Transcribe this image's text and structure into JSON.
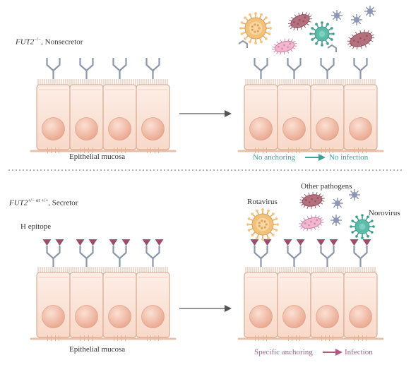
{
  "top": {
    "genotype_gene": "FUT2",
    "genotype_sup": "−/−",
    "genotype_suffix": ", Nonsecretor",
    "mucosa_label": "Epithelial mucosa",
    "outcome_left": "No anchoring",
    "outcome_right": "No infection"
  },
  "bottom": {
    "genotype_gene": "FUT2",
    "genotype_sup": "+/− or +/+",
    "genotype_suffix": ", Secretor",
    "epitope_label": "H epitope",
    "mucosa_label": "Epithelial mucosa",
    "pathogen_rotavirus": "Rotavirus",
    "pathogen_other": "Other pathogens",
    "pathogen_norovirus": "Norovirus",
    "outcome_left": "Specific anchoring",
    "outcome_right": "Infection"
  },
  "colors": {
    "cell_fill": "#fbe3d6",
    "cell_stroke": "#d7a48a",
    "nucleus": "#f2b9a2",
    "receptor": "#8d97aa",
    "h_epitope": "#9e4b6c",
    "teal_arrow": "#3aa39a",
    "magenta_arrow": "#b05a86",
    "rotavirus": "#f2c27a",
    "norovirus": "#5bbaa8",
    "pink_bacterium": "#f0b7cf",
    "maroon_bacterium": "#b5707e",
    "blue_virus": "#8d96b5"
  }
}
